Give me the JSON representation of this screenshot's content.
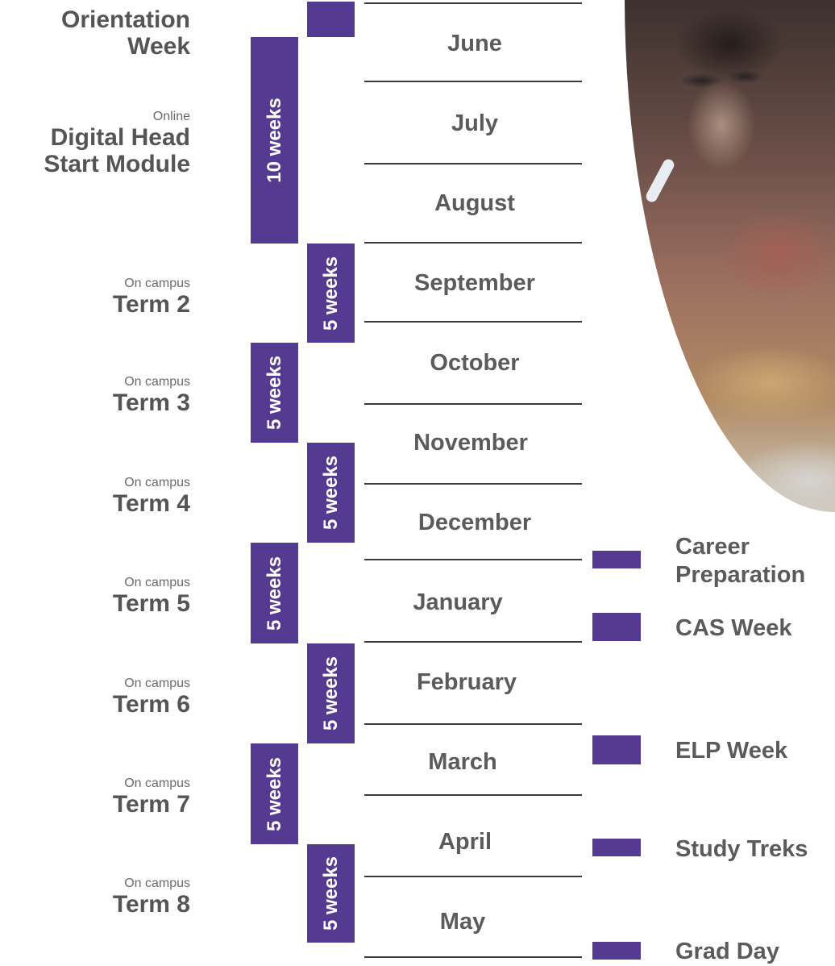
{
  "months": [
    "June",
    "July",
    "August",
    "September",
    "October",
    "November",
    "December",
    "January",
    "February",
    "March",
    "April",
    "May"
  ],
  "duration_bars": [
    "10 weeks",
    "5 weeks",
    "5 weeks",
    "5 weeks",
    "5 weeks",
    "5 weeks",
    "5 weeks",
    "5 weeks"
  ],
  "left_labels": [
    {
      "sub": "",
      "main_lines": [
        "Orientation",
        "Week"
      ]
    },
    {
      "sub": "Online",
      "main_lines": [
        "Digital Head",
        "Start Module"
      ]
    },
    {
      "sub": "On campus",
      "main_lines": [
        "Term 2"
      ]
    },
    {
      "sub": "On campus",
      "main_lines": [
        "Term 3"
      ]
    },
    {
      "sub": "On campus",
      "main_lines": [
        "Term 4"
      ]
    },
    {
      "sub": "On campus",
      "main_lines": [
        "Term 5"
      ]
    },
    {
      "sub": "On campus",
      "main_lines": [
        "Term 6"
      ]
    },
    {
      "sub": "On campus",
      "main_lines": [
        "Term 7"
      ]
    },
    {
      "sub": "On campus",
      "main_lines": [
        "Term 8"
      ]
    }
  ],
  "right_events": [
    {
      "lines": [
        "Career",
        "Preparation"
      ]
    },
    {
      "lines": [
        "CAS Week"
      ]
    },
    {
      "lines": [
        "ELP Week"
      ]
    },
    {
      "lines": [
        "Study Treks"
      ]
    },
    {
      "lines": [
        "Grad Day"
      ]
    }
  ],
  "colors": {
    "accent": "#553a91",
    "text": "#5b5b5b",
    "rule": "#3a3a3a"
  },
  "image": {
    "icon": "student-photo"
  }
}
